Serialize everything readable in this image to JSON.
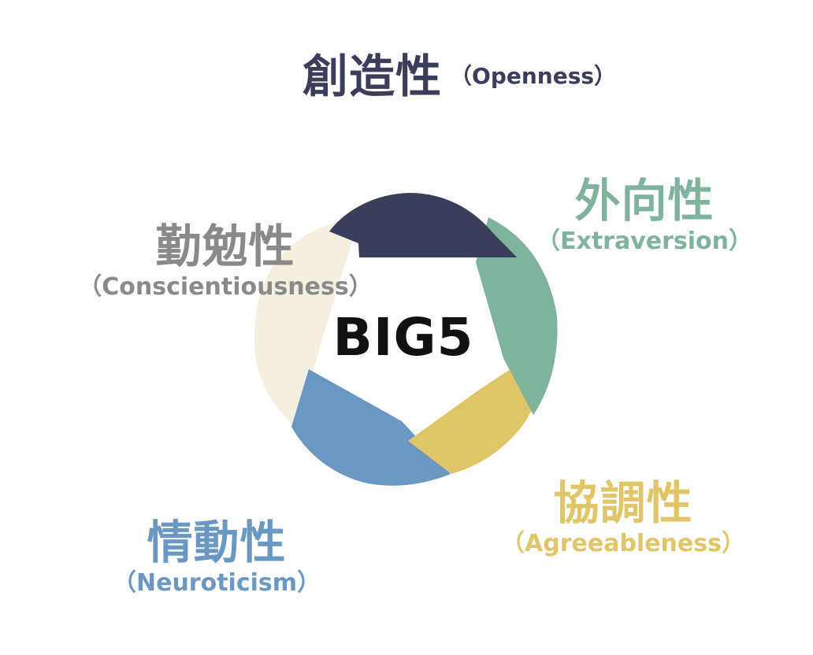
{
  "center_label": "BIG5",
  "colors": {
    "openness": "#3b3e5a",
    "extraversion": "#7fb39b",
    "agreeableness": "#e1c569",
    "neuroticism": "#6b98c2",
    "conscientiousness": "#f4efdf",
    "conscientiousness_label": "#8a8a8a"
  },
  "traits": {
    "openness": {
      "jp": "創造性",
      "en": "（Openness）"
    },
    "extraversion": {
      "jp": "外向性",
      "en": "（Extraversion）"
    },
    "agreeableness": {
      "jp": "協調性",
      "en": "（Agreeableness）"
    },
    "neuroticism": {
      "jp": "情動性",
      "en": "（Neuroticism）"
    },
    "conscientiousness": {
      "jp": "勤勉性",
      "en": "（Conscientiousness）"
    }
  }
}
